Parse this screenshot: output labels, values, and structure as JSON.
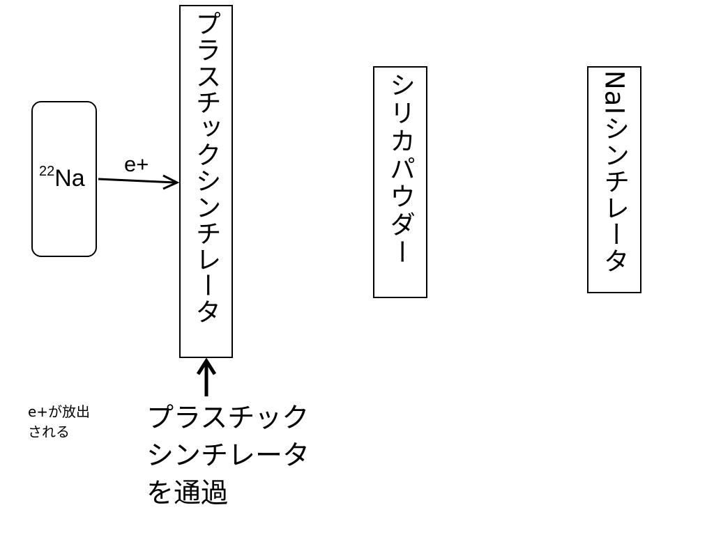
{
  "source": {
    "isotope_mass_number": "22",
    "element": "Na"
  },
  "particle_label": "e+",
  "boxes": {
    "plastic_scintillator": "プラスチックシンチレータ",
    "silica_powder": "シリカパウダー",
    "nai_prefix": "NaI",
    "nai_suffix": "シンチレータ"
  },
  "notes": {
    "emission": "e+が放出\nされる",
    "passage": "プラスチック\nシンチレータ\nを通過"
  }
}
